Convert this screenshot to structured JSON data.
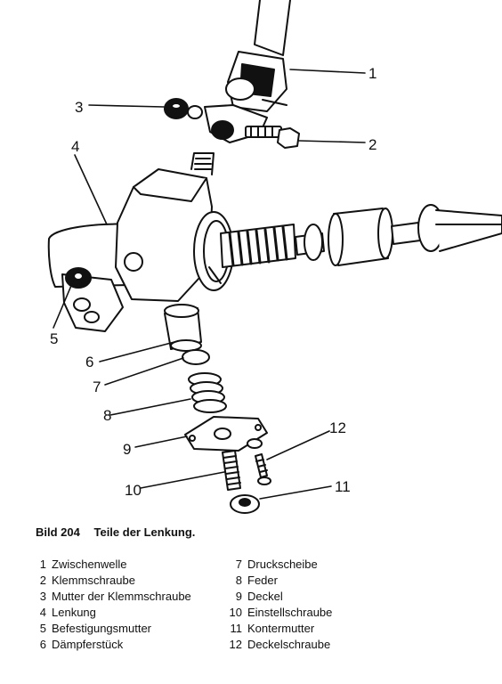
{
  "figure": {
    "number": "Bild 204",
    "title": "Teile der Lenkung."
  },
  "callouts": [
    "1",
    "2",
    "3",
    "4",
    "5",
    "6",
    "7",
    "8",
    "9",
    "10",
    "11",
    "12"
  ],
  "legend": {
    "left": [
      {
        "num": "1",
        "text": "Zwischenwelle"
      },
      {
        "num": "2",
        "text": "Klemmschraube"
      },
      {
        "num": "3",
        "text": "Mutter der Klemmschraube"
      },
      {
        "num": "4",
        "text": "Lenkung"
      },
      {
        "num": "5",
        "text": "Befestigungsmutter"
      },
      {
        "num": "6",
        "text": "Dämpferstück"
      }
    ],
    "right": [
      {
        "num": "7",
        "text": "Druckscheibe"
      },
      {
        "num": "8",
        "text": "Feder"
      },
      {
        "num": "9",
        "text": "Deckel"
      },
      {
        "num": "10",
        "text": "Einstellschraube"
      },
      {
        "num": "11",
        "text": "Kontermutter"
      },
      {
        "num": "12",
        "text": "Deckelschraube"
      }
    ]
  }
}
